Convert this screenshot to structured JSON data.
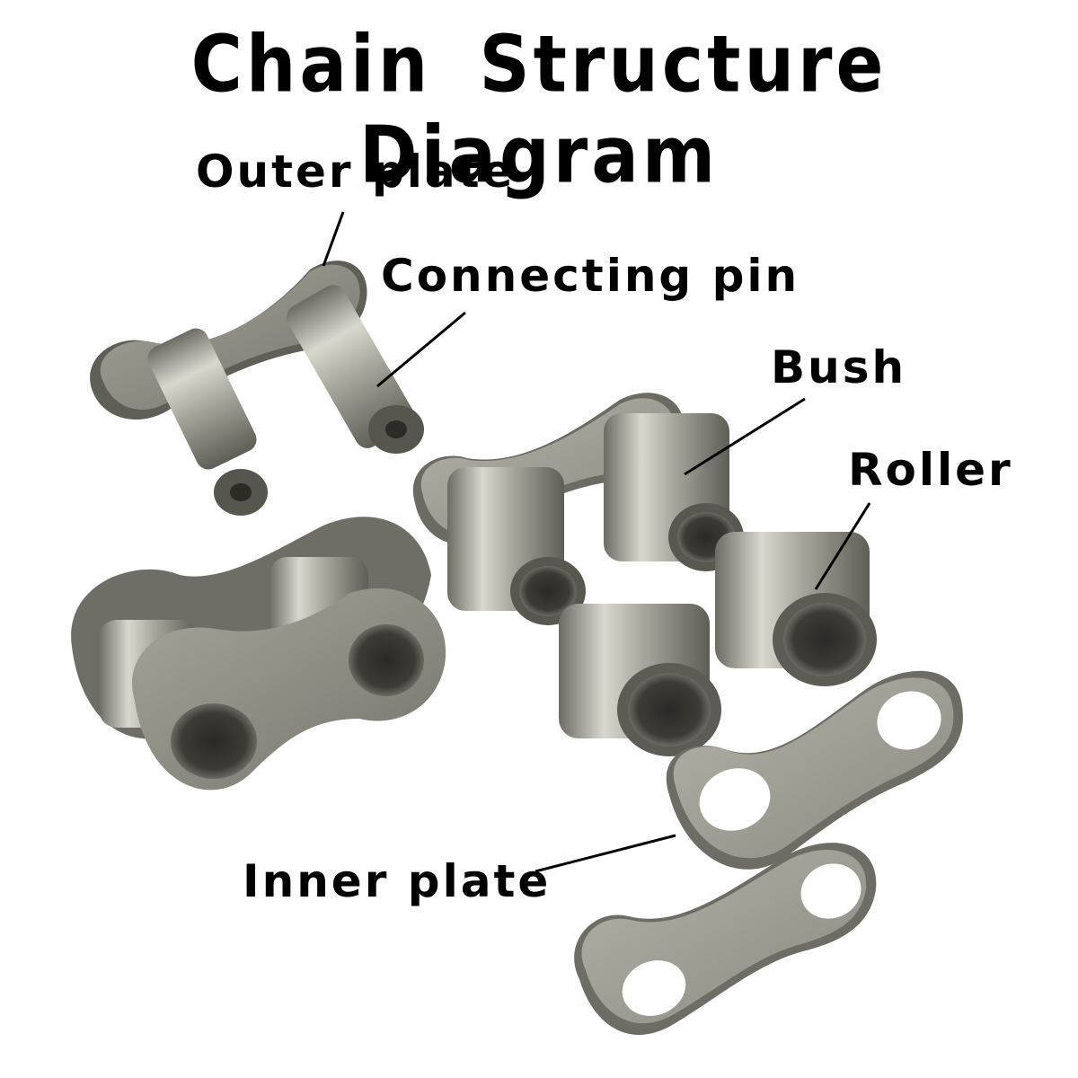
{
  "title": "Chain Structure Diagram",
  "labels": {
    "outer_plate": "Outer plate",
    "connecting_pin": "Connecting pin",
    "bush": "Bush",
    "roller": "Roller",
    "inner_plate": "Inner plate"
  },
  "colors": {
    "metal_light": "#c4c3b9",
    "metal_mid": "#8f8e84",
    "metal_dark": "#55544d",
    "hole": "#2f2e29",
    "line": "#000000"
  }
}
